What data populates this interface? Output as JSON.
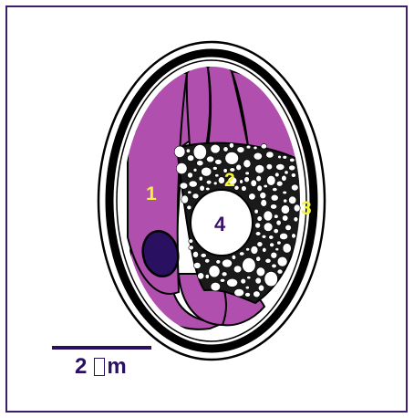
{
  "labels": {
    "l1": "1",
    "l2": "2",
    "l3": "3",
    "l4": "4"
  },
  "scale_bar": {
    "number": "2",
    "unit": "m",
    "unit_prefix_glyph": "missing-glyph-box"
  },
  "colors": {
    "frame": "#3b1f6a",
    "magenta": "#b14fae",
    "outline": "#000000",
    "dark_purple": "#2a1060",
    "label_yellow": "#f4f43a",
    "label_purple": "#3a136b",
    "white": "#ffffff"
  }
}
